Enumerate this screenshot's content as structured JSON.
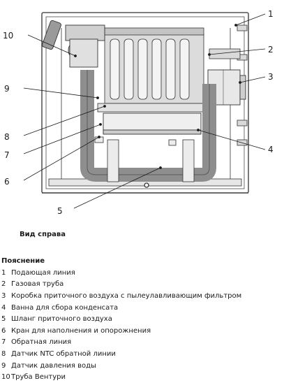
{
  "figure": {
    "callouts": [
      "1",
      "2",
      "3",
      "4",
      "5",
      "6",
      "7",
      "8",
      "9",
      "10"
    ]
  },
  "caption": "Вид справа",
  "legend": {
    "title": "Пояснение",
    "items": [
      {
        "num": "1",
        "text": "Подающая линия"
      },
      {
        "num": "2",
        "text": "Газовая труба"
      },
      {
        "num": "3",
        "text": "Коробка приточного воздуха с пылеулавливающим фильтром"
      },
      {
        "num": "4",
        "text": "Ванна для сбора конденсата"
      },
      {
        "num": "5",
        "text": "Шланг приточного воздуха"
      },
      {
        "num": "6",
        "text": "Кран для наполнения и опорожнения"
      },
      {
        "num": "7",
        "text": "Обратная линия"
      },
      {
        "num": "8",
        "text": "Датчик NTC обратной линии"
      },
      {
        "num": "9",
        "text": "Датчик давления воды"
      },
      {
        "num": "10",
        "text": "Труба Вентури"
      }
    ]
  }
}
